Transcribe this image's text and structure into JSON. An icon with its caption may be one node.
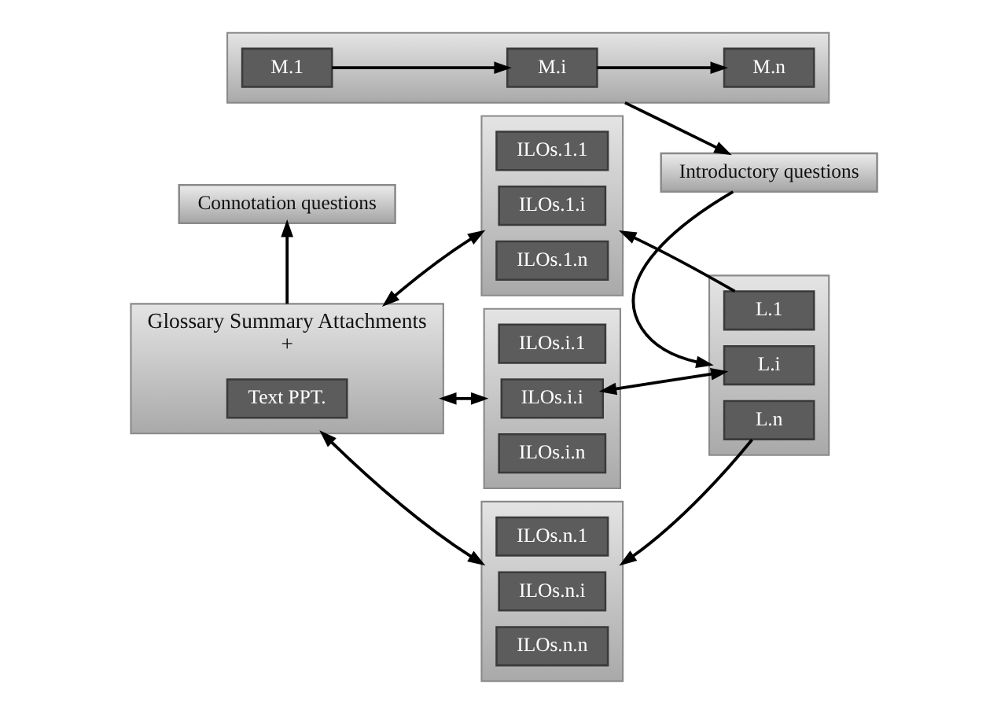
{
  "diagram": {
    "nodes": [
      {
        "text": [
          "Glossary Summary Attachments",
          "+"
        ]
      },
      {
        "text": [
          "Text PPT."
        ],
        "in": 0
      },
      {
        "text": [
          "Connotation questions"
        ]
      },
      {
        "text": [],
        "shape": "box"
      },
      {
        "text": [
          "ILOs.1.1"
        ],
        "in": 3
      },
      {
        "text": [
          "ILOs.1.i"
        ],
        "in": 3
      },
      {
        "text": [
          "ILOs.1.n"
        ],
        "in": 3
      },
      {
        "text": [],
        "shape": "box"
      },
      {
        "text": [
          "ILOs.i.1"
        ],
        "in": 7
      },
      {
        "text": [
          "ILOs.i.i"
        ],
        "in": 7
      },
      {
        "text": [
          "ILOs.i.n"
        ],
        "in": 7
      },
      {
        "text": [],
        "shape": "box"
      },
      {
        "text": [
          "ILOs.n.1"
        ],
        "in": 11
      },
      {
        "text": [
          "ILOs.n.i"
        ],
        "in": 11
      },
      {
        "text": [
          "ILOs.n.n"
        ],
        "in": 11
      },
      {
        "text": [
          "Introductory questions"
        ]
      },
      {
        "text": [],
        "shape": "box"
      },
      {
        "text": [
          "L.1"
        ],
        "in": 16
      },
      {
        "text": [
          "L.i"
        ],
        "in": 16
      },
      {
        "text": [
          "L.n"
        ],
        "in": 16
      },
      {
        "text": [],
        "shape": "box"
      },
      {
        "text": [
          "M.1"
        ],
        "in": 20
      },
      {
        "text": [
          "M.i"
        ],
        "in": 20
      },
      {
        "text": [
          "M.n"
        ],
        "in": 20
      }
    ],
    "edges": [
      {
        "from": 0,
        "to": 3,
        "arrow": "both"
      },
      {
        "from": 0,
        "to": 7,
        "arrow": "both"
      },
      {
        "from": 0,
        "to": 11,
        "arrow": "both"
      },
      {
        "from": 0,
        "to": 2,
        "arrow": "to"
      },
      {
        "from": 9,
        "to": 18,
        "arrow": "both"
      },
      {
        "from": 17,
        "to": 3,
        "arrow": "to"
      },
      {
        "from": 19,
        "to": 11,
        "arrow": "to"
      },
      {
        "from": 15,
        "to": 16,
        "arrow": "to"
      },
      {
        "from": 20,
        "to": 15,
        "arrow": "to"
      },
      {
        "from": 21,
        "to": 22,
        "arrow": "to"
      },
      {
        "from": 22,
        "to": 23,
        "arrow": "to"
      }
    ]
  }
}
